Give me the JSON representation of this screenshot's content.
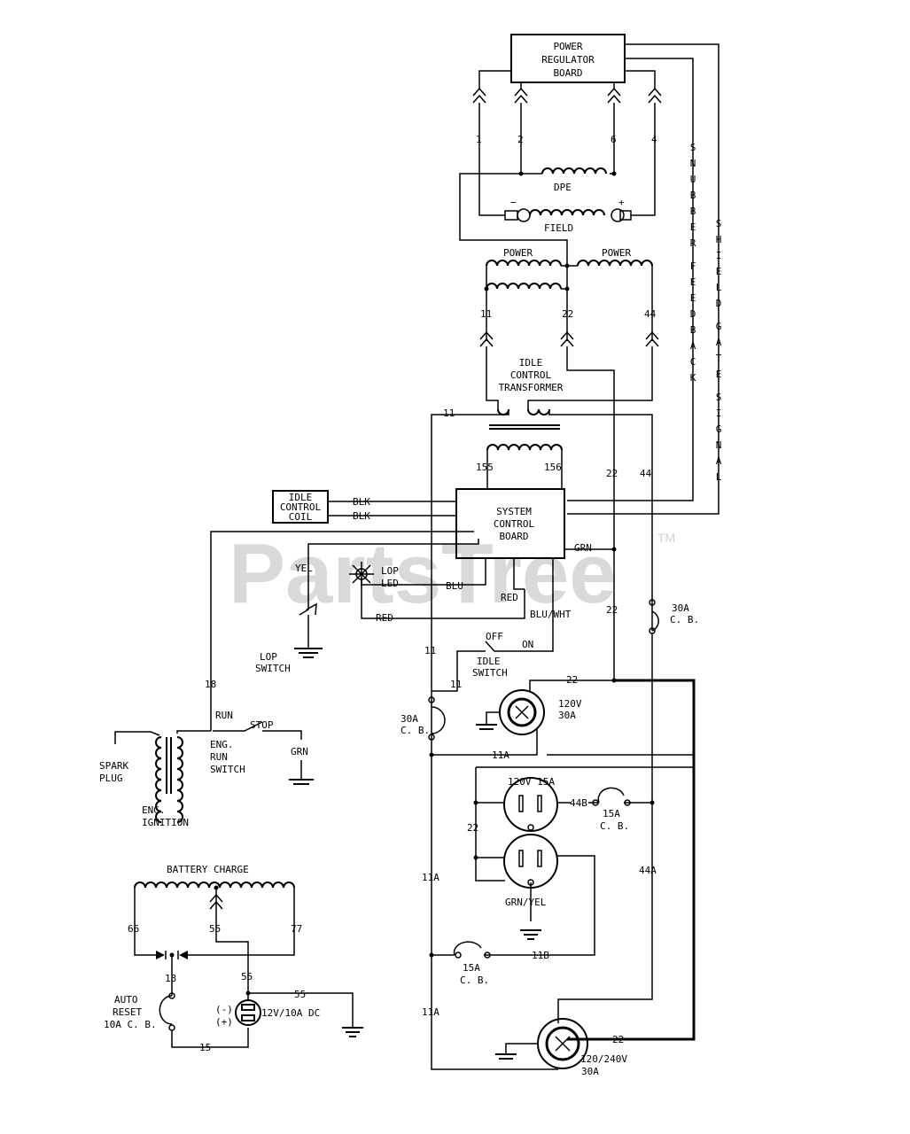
{
  "watermark": {
    "text": "PartsTree",
    "tm": "TM"
  },
  "labels": {
    "power_regulator_board": [
      "POWER",
      "REGULATOR",
      "BOARD"
    ],
    "pin_1": "1",
    "pin_2": "2",
    "pin_6": "6",
    "pin_4": "4",
    "dpe": "DPE",
    "minus": "−",
    "plus": "+",
    "field": "FIELD",
    "snubber_feedback": "SNUBBER FEEDBACK",
    "shield_gate_signal": "SHIELD GATE SIGNAL",
    "power_left": "POWER",
    "power_right": "POWER",
    "w11": "11",
    "w22": "22",
    "w44": "44",
    "idle_control_transformer": [
      "IDLE",
      "CONTROL",
      "TRANSFORMER"
    ],
    "w11_left": "11",
    "w155": "155",
    "w156": "156",
    "w22_mid": "22",
    "w44_mid": "44",
    "idle_control_coil": [
      "IDLE",
      "CONTROL",
      "COIL"
    ],
    "blk1": "BLK",
    "blk2": "BLK",
    "system_control_board": [
      "SYSTEM",
      "CONTROL",
      "BOARD"
    ],
    "grn": "GRN",
    "yel": "YEL",
    "lop_led": [
      "LOP",
      "LED"
    ],
    "blu": "BLU",
    "red_right": "RED",
    "red_left": "RED",
    "blu_wht": "BLU/WHT",
    "lop_switch": [
      "LOP",
      "SWITCH"
    ],
    "w22_low": "22",
    "cb30a_right": [
      "30A",
      "C. B."
    ],
    "off": "OFF",
    "on": "ON",
    "idle_switch": [
      "IDLE",
      "SWITCH"
    ],
    "w11_low": "11",
    "w11_low2": "11",
    "w22_out": "22",
    "r120v30a": [
      "120V",
      "30A"
    ],
    "w18": "18",
    "run": "RUN",
    "stop": "STOP",
    "eng_run_switch": [
      "ENG.",
      "RUN",
      "SWITCH"
    ],
    "grn2": "GRN",
    "spark_plug": [
      "SPARK",
      "PLUG"
    ],
    "eng_ignition": [
      "ENG.",
      "IGNITION"
    ],
    "cb30a_left": [
      "30A",
      "C. B."
    ],
    "w11a_top": "11A",
    "r120v15a": "120V 15A",
    "w44b": "44B",
    "cb15a_right": [
      "15A",
      "C. B."
    ],
    "w22_dup": "22",
    "grn_yel": "GRN/YEL",
    "w11a_mid": "11A",
    "w44a": "44A",
    "battery_charge": "BATTERY CHARGE",
    "w66": "66",
    "w55": "55",
    "w77": "77",
    "cb15a_low": [
      "15A",
      "C. B."
    ],
    "w11b": "11B",
    "w13": "13",
    "w55b": "55",
    "w55c": "55",
    "auto_reset": [
      "AUTO",
      "RESET",
      "10A C. B."
    ],
    "neg": "(-)",
    "pos": "(+)",
    "dc_12v": "12V/10A DC",
    "w11a_low": "11A",
    "w15": "15",
    "w22_bottom": "22",
    "r120_240v": [
      "120/240V",
      "30A"
    ]
  }
}
